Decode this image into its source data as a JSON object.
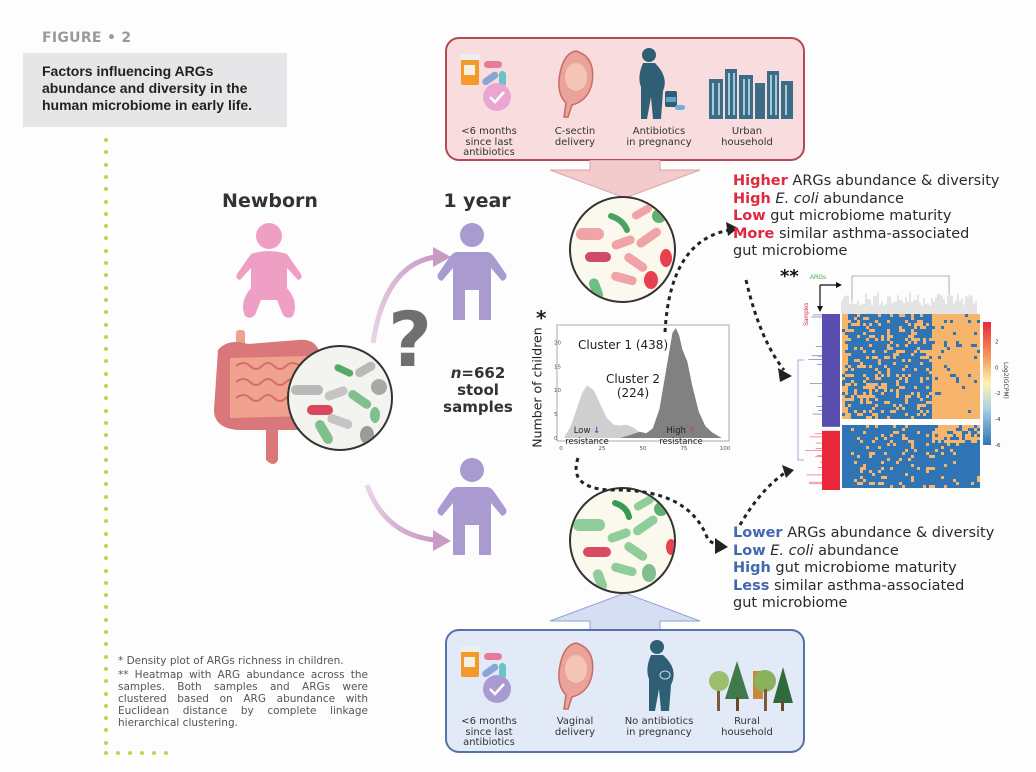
{
  "figure": {
    "label": "FIGURE • 2",
    "title_lines": [
      "Factors influencing ARGs",
      "abundance and diversity in the",
      "human microbiome in early life."
    ]
  },
  "stages": {
    "newborn": "Newborn",
    "one_year": "1 year",
    "question_mark": "?",
    "sample_count_prefix": "n",
    "sample_count_value": "=662",
    "sample_count_line2": "stool",
    "sample_count_line3": "samples"
  },
  "top_factors": {
    "items": [
      {
        "icon": "pill-bottle-clock-icon",
        "lines": [
          "<6 months",
          "since last",
          "antibiotics"
        ]
      },
      {
        "icon": "uterus-fetus-icon",
        "lines": [
          "C-sectin",
          "delivery"
        ]
      },
      {
        "icon": "pregnant-woman-medicine-icon",
        "lines": [
          "Antibiotics",
          "in pregnancy"
        ]
      },
      {
        "icon": "city-buildings-icon",
        "lines": [
          "Urban",
          "household"
        ]
      }
    ]
  },
  "bottom_factors": {
    "items": [
      {
        "icon": "pill-bottle-clock-icon",
        "lines": [
          "<6 months",
          "since last",
          "antibiotics"
        ]
      },
      {
        "icon": "uterus-fetus-icon",
        "lines": [
          "Vaginal",
          "delivery"
        ]
      },
      {
        "icon": "pregnant-woman-icon",
        "lines": [
          "No antibiotics",
          "in pregnancy"
        ]
      },
      {
        "icon": "forest-trees-icon",
        "lines": [
          "Rural",
          "household"
        ]
      }
    ]
  },
  "outcomes_high": {
    "rows": [
      {
        "key": "Higher",
        "rest": " ARGs abundance & diversity"
      },
      {
        "key": "High",
        "italic": " E. coli",
        "rest": " abundance"
      },
      {
        "key": "Low",
        "rest": " gut microbiome maturity"
      },
      {
        "key": "More",
        "rest": " similar asthma-associated"
      },
      {
        "key": "",
        "rest": "gut microbiome"
      }
    ],
    "color": "#e0283f"
  },
  "outcomes_low": {
    "rows": [
      {
        "key": "Lower",
        "rest": " ARGs abundance & diversity"
      },
      {
        "key": "Low",
        "italic": " E. coli",
        "rest": " abundance"
      },
      {
        "key": "High",
        "rest": " gut microbiome maturity"
      },
      {
        "key": "Less",
        "rest": " similar asthma-associated"
      },
      {
        "key": "",
        "rest": "gut microbiome"
      }
    ],
    "color": "#4468ae"
  },
  "chart_data": [
    {
      "type": "area",
      "marker": "*",
      "title": "",
      "xlabel": "",
      "ylabel": "Number of children",
      "xlim": [
        0,
        100
      ],
      "ylim": [
        0,
        23
      ],
      "xticks": [
        0,
        25,
        50,
        75,
        100
      ],
      "yticks": [
        0,
        5,
        10,
        15,
        20
      ],
      "grid": false,
      "series": [
        {
          "name": "Cluster 2 (224)",
          "label_lines": [
            "Cluster 2",
            "(224)"
          ],
          "annotation": "Low resistance",
          "annotation_lines": [
            "Low",
            "resistance"
          ],
          "arrow": "down",
          "arrow_color": "#3a64b0",
          "color": "#cfcfcf",
          "x": [
            2,
            6,
            10,
            13,
            16,
            20,
            24,
            28,
            32,
            36,
            40,
            44,
            48,
            52,
            56,
            60,
            64
          ],
          "y": [
            0.2,
            2.5,
            6.5,
            9.5,
            11,
            10,
            7,
            4.2,
            2.8,
            2.6,
            2.8,
            2.2,
            1.2,
            0.6,
            0.3,
            0.1,
            0
          ]
        },
        {
          "name": "Cluster 1 (438)",
          "label_lines": [
            "Cluster 1 (438)"
          ],
          "annotation": "High resistance",
          "annotation_lines": [
            "High",
            "resistance"
          ],
          "arrow": "up",
          "arrow_color": "#e0404f",
          "color": "#7a7a7a",
          "x": [
            36,
            42,
            48,
            52,
            56,
            60,
            63,
            66,
            68,
            70,
            72,
            74,
            77,
            80,
            84,
            88,
            92,
            96,
            98
          ],
          "y": [
            0,
            0.6,
            1.3,
            1,
            2,
            6,
            12,
            18,
            22,
            23,
            21.5,
            18.5,
            16,
            11,
            5.5,
            2.5,
            1.2,
            0.4,
            0
          ]
        }
      ]
    },
    {
      "type": "heatmap",
      "marker": "**",
      "row_label": "Samples",
      "col_label": "ARGs",
      "colorbar_label": "Log2(GCPM)",
      "colorbar_ticks": [
        2,
        0,
        -2,
        -4,
        -6
      ],
      "colorbar_range": [
        -6,
        3.5
      ],
      "row_clusters": [
        {
          "name": "Cluster 1",
          "color": "#5a4eb0",
          "fraction": 0.66
        },
        {
          "name": "Cluster 2",
          "color": "#e8283a",
          "fraction": 0.34
        }
      ]
    }
  ],
  "footnote": {
    "single": "* Density plot of ARGs richness in children.",
    "double": "** Heatmap with ARG abundance across the samples. Both samples and ARGs were clustered based on ARG abundance with Euclidean distance by complete linkage hierarchical clustering."
  },
  "colors": {
    "accent_green": "#b9d54c",
    "top_box_fill": "#f8dcde",
    "top_box_border": "#b34b54",
    "bottom_box_fill": "#e2e9f7",
    "bottom_box_border": "#5871a8",
    "newborn": "#ef9fc4",
    "child": "#a99bd0"
  }
}
